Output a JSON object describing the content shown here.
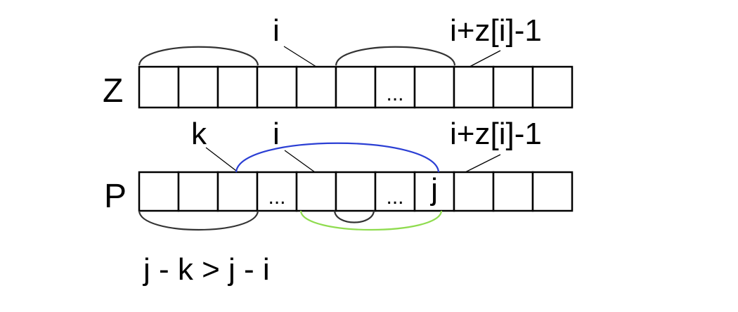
{
  "z_array": {
    "row_label": "Z",
    "cells": [
      "",
      "",
      "",
      "",
      "",
      "",
      "...",
      "",
      "",
      "",
      ""
    ],
    "label_i": "i",
    "label_end": "i+z[i]-1"
  },
  "p_array": {
    "row_label": "P",
    "cells": [
      "",
      "",
      "",
      "...",
      "",
      "",
      "...",
      "j",
      "",
      "",
      ""
    ],
    "label_k": "k",
    "label_i": "i",
    "label_end": "i+z[i]-1"
  },
  "inequality": "j - k > j - i",
  "colors": {
    "outline": "#000000",
    "arc_dark": "#333333",
    "arc_blue": "#2b3fd4",
    "arc_green": "#8fdc4f"
  }
}
